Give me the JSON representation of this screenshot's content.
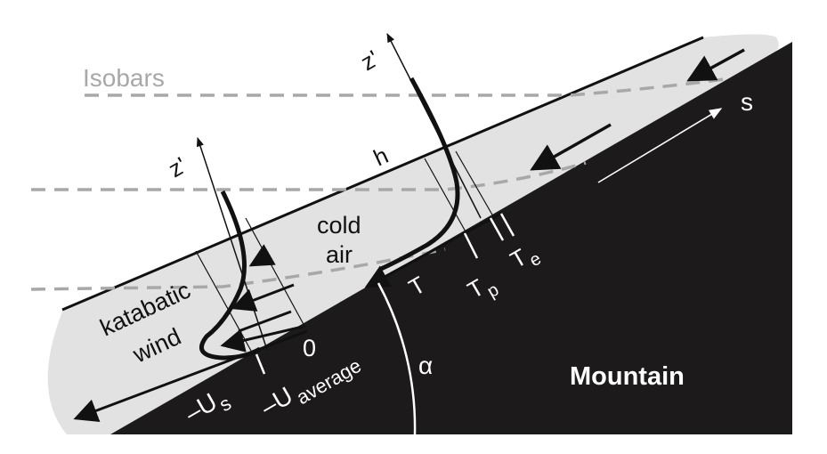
{
  "labels": {
    "isobars": "Isobars",
    "z_prime_left": "z'",
    "z_prime_right": "z'",
    "s": "s",
    "h": "h",
    "cold": "cold",
    "air": "air",
    "katabatic": "katabatic",
    "wind": "wind",
    "zero": "0",
    "minus_u": "–U",
    "sub_s": "s",
    "minus_u_avg": "–U",
    "sub_average": "average",
    "alpha": "α",
    "t": "T",
    "tp": "T",
    "sub_p": "p",
    "te": "T",
    "sub_e": "e",
    "mountain": "Mountain"
  },
  "colors": {
    "mountain": "#1c1a1b",
    "cold_air": "#e2e2e2",
    "isobar": "#a8a8a8"
  }
}
